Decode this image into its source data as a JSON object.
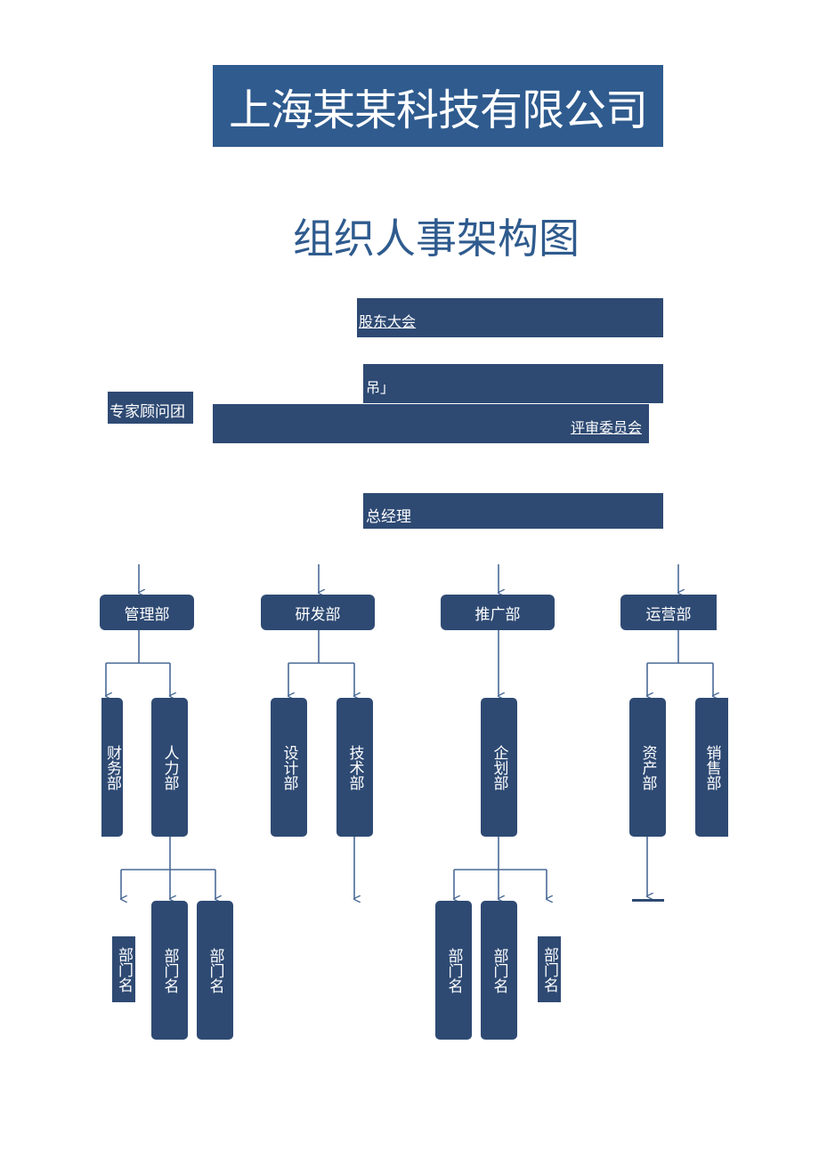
{
  "header": {
    "company": "上海某某科技有限公司",
    "title": "组织人事架构图"
  },
  "top_bars": {
    "shareholders": "股东大会",
    "board": "吊」",
    "experts": "专家顾问团",
    "review": "评审委员会",
    "gm": "总经理"
  },
  "departments": [
    {
      "name": "管理部"
    },
    {
      "name": "研发部"
    },
    {
      "name": "推广部"
    },
    {
      "name": "运营部"
    }
  ],
  "sub_departments": [
    "财务部",
    "人力部",
    "设计部",
    "技术部",
    "企划部",
    "资产部",
    "销售部"
  ],
  "units": [
    "部门名",
    "部门名",
    "部门名",
    "部门名",
    "部门名",
    "部门名"
  ],
  "colors": {
    "banner": "#2f5b8e",
    "node": "#2e4a73",
    "line": "#4a6a96"
  }
}
